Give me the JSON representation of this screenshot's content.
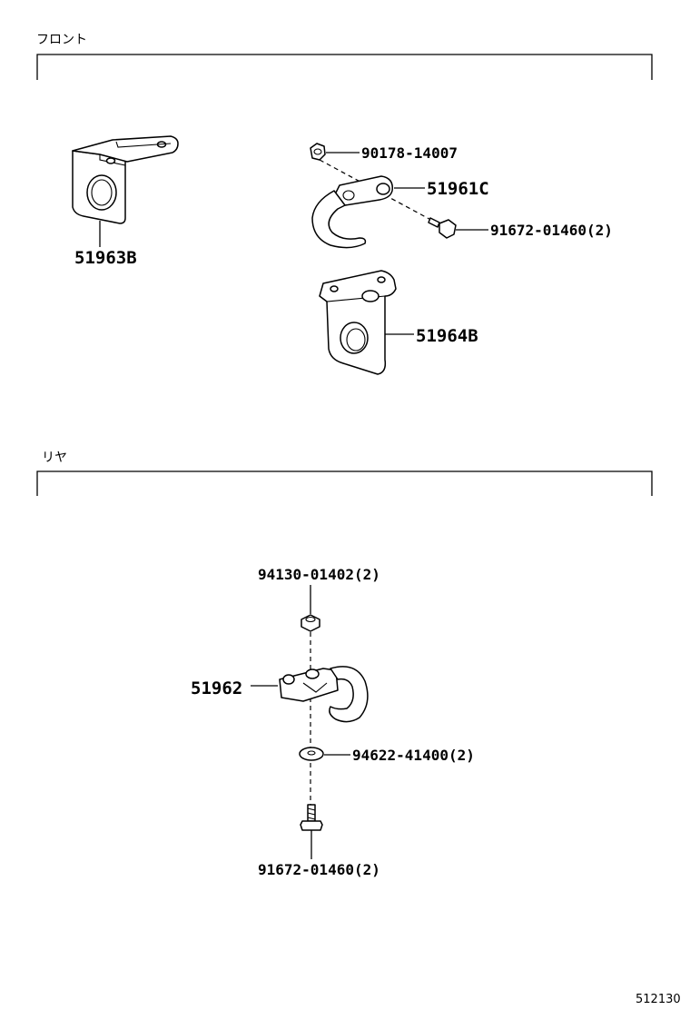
{
  "sections": {
    "front": {
      "title": "フロント"
    },
    "rear": {
      "title": "リヤ"
    }
  },
  "parts": {
    "front_bracket_left": "51963B",
    "front_nut": "90178-14007",
    "front_hook": "51961C",
    "front_bolt": "91672-01460(2)",
    "front_bracket_right": "51964B",
    "rear_nut": "94130-01402(2)",
    "rear_hook": "51962",
    "rear_washer": "94622-41400(2)",
    "rear_bolt": "91672-01460(2)"
  },
  "diagram_code": "512130"
}
